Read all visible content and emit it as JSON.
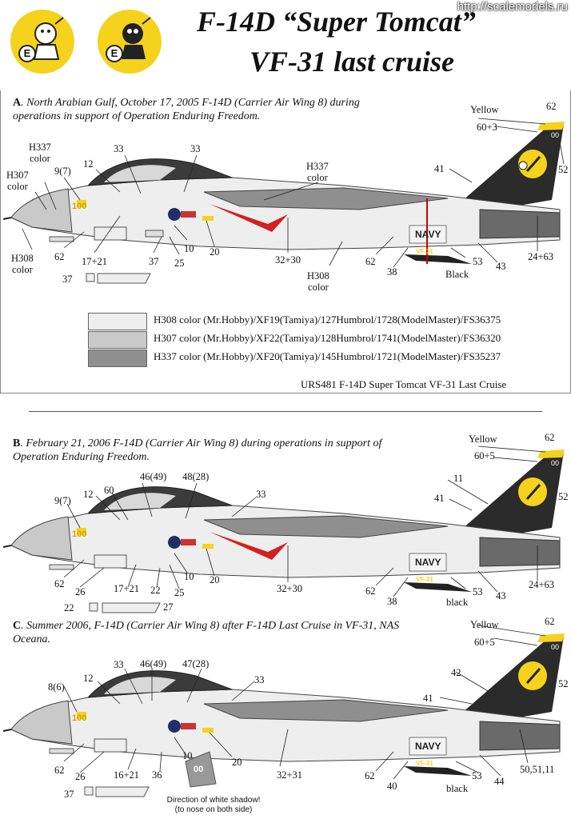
{
  "watermark": "http://scalemodels.ru",
  "title": {
    "line1": "F-14D “Super Tomcat”",
    "line2": "VF-31 last cruise"
  },
  "badges": {
    "letter": "E"
  },
  "colors": {
    "h308": "#eeeeee",
    "h307": "#c9c9c9",
    "h337": "#8f8f8f",
    "tail": "#2b2b2b",
    "yellow": "#f5d21c"
  },
  "sectionA": {
    "letter": "A",
    "text": ". North Arabian Gulf, October 17, 2005 F-14D (Carrier Air Wing 8) during operations in support of Operation Enduring Freedom.",
    "labels": {
      "yellow": "Yellow",
      "l62top": "62",
      "l60_3": "60+3",
      "l00": "00",
      "l52": "52",
      "l41": "41",
      "h337a": "H337\ncolor",
      "h307": "H307\ncolor",
      "l9_7": "9(7)",
      "l12": "12",
      "l33a": "33",
      "l33b": "33",
      "h337b": "H337\ncolor",
      "l100": "100",
      "l62a": "62",
      "l17_21": "17+21",
      "l37a": "37",
      "l25": "25",
      "l10": "10",
      "l20": "20",
      "l32_30": "32+30",
      "l62b": "62",
      "l38": "38",
      "l53": "53",
      "l43": "43",
      "l24_63": "24+63",
      "black": "Black",
      "h308a": "H308\ncolor",
      "h308b": "H308\ncolor",
      "l37b": "37",
      "navy": "NAVY",
      "vf": "VF-31"
    }
  },
  "legend": [
    {
      "color": "#eeeeee",
      "text": "H308 color (Mr.Hobby)/XF19(Tamiya)/127Humbrol/1728(ModelMaster)/FS36375"
    },
    {
      "color": "#c9c9c9",
      "text": "H307 color (Mr.Hobby)/XF22(Tamiya)/128Humbrol/1741(ModelMaster)/FS36320"
    },
    {
      "color": "#8f8f8f",
      "text": "H337 color (Mr.Hobby)/XF20(Tamiya)/145Humbrol/1721(ModelMaster)/FS35237"
    }
  ],
  "footer": "URS481 F-14D Super Tomcat VF-31 Last Cruise",
  "sectionB": {
    "letter": "B",
    "text": ". February 21, 2006 F-14D (Carrier Air Wing 8) during operations in support of Operation Enduring Freedom.",
    "labels": {
      "yellow": "Yellow",
      "l62top": "62",
      "l60_5": "60+5",
      "l11": "11",
      "l41": "41",
      "l52": "52",
      "l9_7": "9(7)",
      "l12": "12",
      "l60": "60",
      "l46_49": "46(49)",
      "l48_28": "48(28)",
      "l33": "33",
      "l100": "100",
      "l62a": "62",
      "l26": "26",
      "l17_21": "17+21",
      "l22a": "22",
      "l25": "25",
      "l10": "10",
      "l20": "20",
      "l32_30": "32+30",
      "l62b": "62",
      "l38": "38",
      "l53": "53",
      "l43": "43",
      "l24_63": "24+63",
      "black": "black",
      "l22b": "22",
      "l27": "27",
      "navy": "NAVY",
      "vf": "VF-31",
      "l00": "00"
    }
  },
  "sectionC": {
    "letter": "C",
    "text": ".  Summer 2006, F-14D (Carrier Air Wing 8) after F-14D Last Cruise in VF-31, NAS Oceana.",
    "labels": {
      "yellow": "Yellow",
      "l62top": "62",
      "l60_5": "60+5",
      "l42": "42",
      "l41": "41",
      "l52": "52",
      "l33a": "33",
      "l46_49": "46(49)",
      "l47_28": "47(28)",
      "l33b": "33",
      "l8_6": "8(6)",
      "l12": "12",
      "l100": "100",
      "l62a": "62",
      "l26": "26",
      "l16_21": "16+21",
      "l36": "36",
      "l10": "10",
      "l20": "20",
      "l32_31": "32+31",
      "l62b": "62",
      "l40": "40",
      "l53": "53",
      "l44": "44",
      "l50_51_11": "50,51,11",
      "black": "black",
      "l37": "37",
      "navy": "NAVY",
      "vf": "VF-31",
      "l00": "00"
    },
    "note": "Direction of white shadow!\n(to nose on both side)"
  }
}
